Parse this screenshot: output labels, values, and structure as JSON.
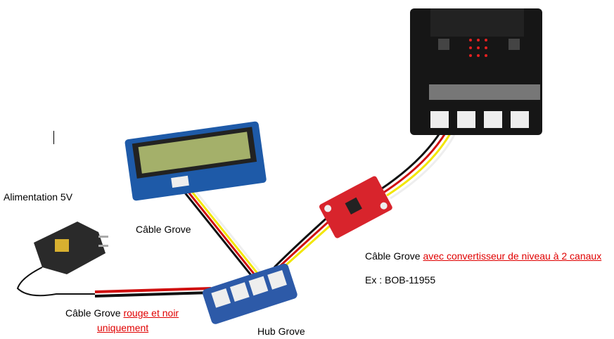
{
  "labels": {
    "power": "Alimentation 5V",
    "lcd_cable": "Câble Grove",
    "converter_cable_prefix": "Câble Grove ",
    "converter_cable_red": "avec convertisseur de niveau à 2 canaux",
    "example": "Ex : BOB-11955",
    "power_cable_prefix": "Câble Grove ",
    "power_cable_red_1": "rouge et noir",
    "power_cable_red_2": "uniquement",
    "hub": "Hub Grove"
  },
  "colors": {
    "accent_red": "#e00000",
    "lcd_board": "#1e5aa8",
    "converter_board": "#d8242c",
    "hub_board": "#2d5aa8"
  }
}
